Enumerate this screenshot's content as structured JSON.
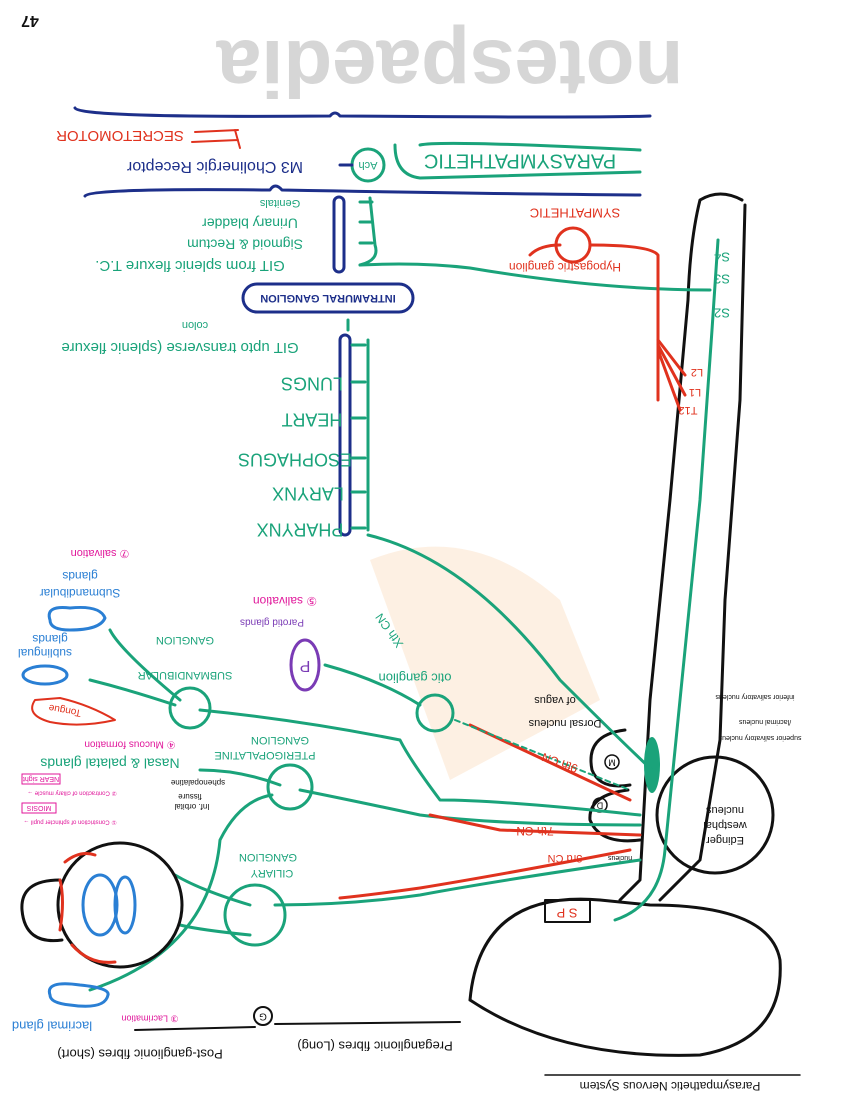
{
  "page_number": "47",
  "title": "Parasympathetic Nervous System",
  "header": {
    "parasympathetic": "PARASYMPATHETIC",
    "ach": "Ach",
    "receptor": "M3 Cholinergic Receptor",
    "secretomotor": "SECRETOMOTOR"
  },
  "sympathetic": {
    "label": "SYMPATHETIC",
    "ganglion": "Hypogastric ganglion",
    "levels": [
      "T12",
      "L1",
      "L2"
    ]
  },
  "sacral": {
    "levels": [
      "S2",
      "S3",
      "S4"
    ],
    "targets": [
      "Genitals",
      "Urinary bladder",
      "Sigmoid & Rectum",
      "GIT from splenic flexure T.C."
    ]
  },
  "intramural_ganglion": "INTRAMURAL GANGLION",
  "vagal_targets": {
    "git": "GIT upto transverse (splenic flexure",
    "git_note": "colon",
    "organs": [
      "LUNGS",
      "HEART",
      "ESOPHAGUS",
      "LARYNX",
      "PHARYNX"
    ],
    "nerve": "Xth CN"
  },
  "watermark": "notespaedia",
  "cranial": {
    "salivation_7": "⑦ salivation",
    "submandibular_glands": [
      "Submandibular",
      "glands"
    ],
    "sublingual_glands": [
      "sublingual",
      "glands"
    ],
    "submandibular_ganglion": [
      "SUBMANDIBULAR",
      "GANGLION"
    ],
    "parotid_glands": "Parotid glands",
    "salivation_5": "⑤ salivation",
    "parotid_letter": "P",
    "otic_ganglion": "otic ganglion",
    "tongue": "Tongue",
    "dorsal_nucleus": [
      "Dorsal nucleus",
      "of vagus"
    ],
    "inferior_salivatory": "inferior salivatory nucleus",
    "superior_salivatory": [
      "superior salivatory nucleus",
      "/lacrimal nucleus"
    ],
    "pterygopalatine_ganglion": [
      "PTERIGOPALATINE",
      "GANGLION"
    ],
    "nasal_palatal": "Nasal & palatal glands",
    "mucous": "④ Mucous formation",
    "sphenopalatine": "sphenopalatine",
    "inf_orbital": [
      "Inf. orbital",
      "fissure"
    ],
    "constriction_pupil": "① Constriction of sphincter pupil →",
    "miosis": "MIOSIS",
    "contraction_ciliary": "② Contraction of ciliary muscle →",
    "near_sight": "NEAR sight",
    "cn9": "9th CN",
    "cn7": "7th CN",
    "cn3": "3rd CN",
    "nucleus": "nucleus",
    "edinger": [
      "Edinger",
      "westphal",
      "nucleus"
    ],
    "m_label": "M",
    "d_label": "D",
    "ciliary_ganglion": [
      "CILIARY",
      "GANGLION"
    ],
    "sp_label": "S P",
    "lacrimal_gland": "lacrimal gland",
    "lacrimation": "③ Lacrimation"
  },
  "legend": {
    "post": "Post-ganglionic fibres (short)",
    "pre": "Preganglionic fibres (Long)",
    "g": "G"
  }
}
